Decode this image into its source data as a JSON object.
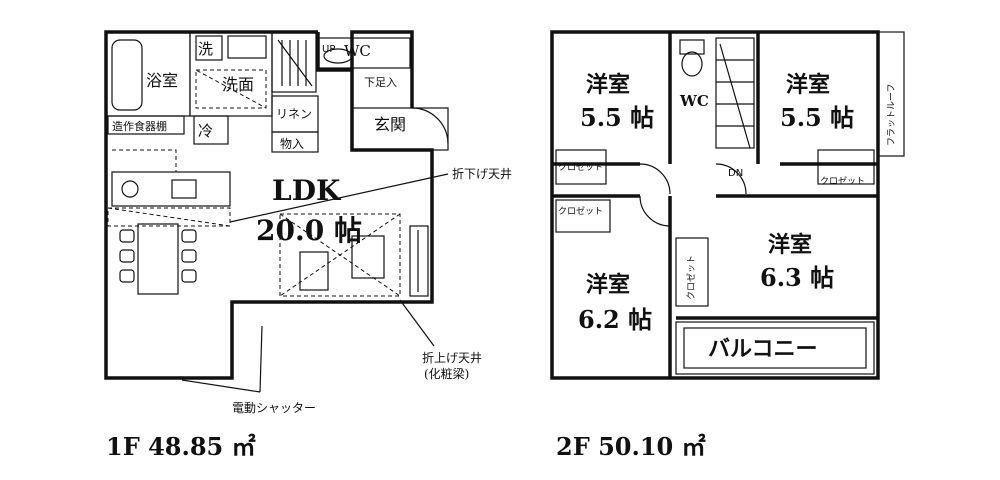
{
  "floor1": {
    "area_label": "1F 48.85 ㎡",
    "rooms": {
      "ldk_name": "LDK",
      "ldk_size": "20.0 帖",
      "bath": "浴室",
      "washroom": "洗面",
      "wash": "洗",
      "fridge": "冷",
      "pantry": "造作食器棚",
      "linen": "リネン",
      "storage": "物入",
      "wc": "WC",
      "up": "UP",
      "shoe_box": "下足入",
      "entrance": "玄関"
    },
    "annotations": {
      "drop_ceiling": "折下げ天井",
      "raised_ceiling_1": "折上げ天井",
      "raised_ceiling_2": "(化粧梁)",
      "shutter": "電動シャッター"
    }
  },
  "floor2": {
    "area_label": "2F 50.10 ㎡",
    "rooms": {
      "western_a": "洋室",
      "western_a_size": "5.5 帖",
      "western_b": "洋室",
      "western_b_size": "5.5 帖",
      "western_c": "洋室",
      "western_c_size": "6.2 帖",
      "western_d": "洋室",
      "western_d_size": "6.3 帖",
      "wc": "WC",
      "dn": "DN",
      "balcony": "バルコニー",
      "flat_roof": "フラットルーフ",
      "closet_1": "クロゼット",
      "closet_2": "クロゼット",
      "closet_3": "クロゼット",
      "closet_4": "クロゼット"
    }
  }
}
